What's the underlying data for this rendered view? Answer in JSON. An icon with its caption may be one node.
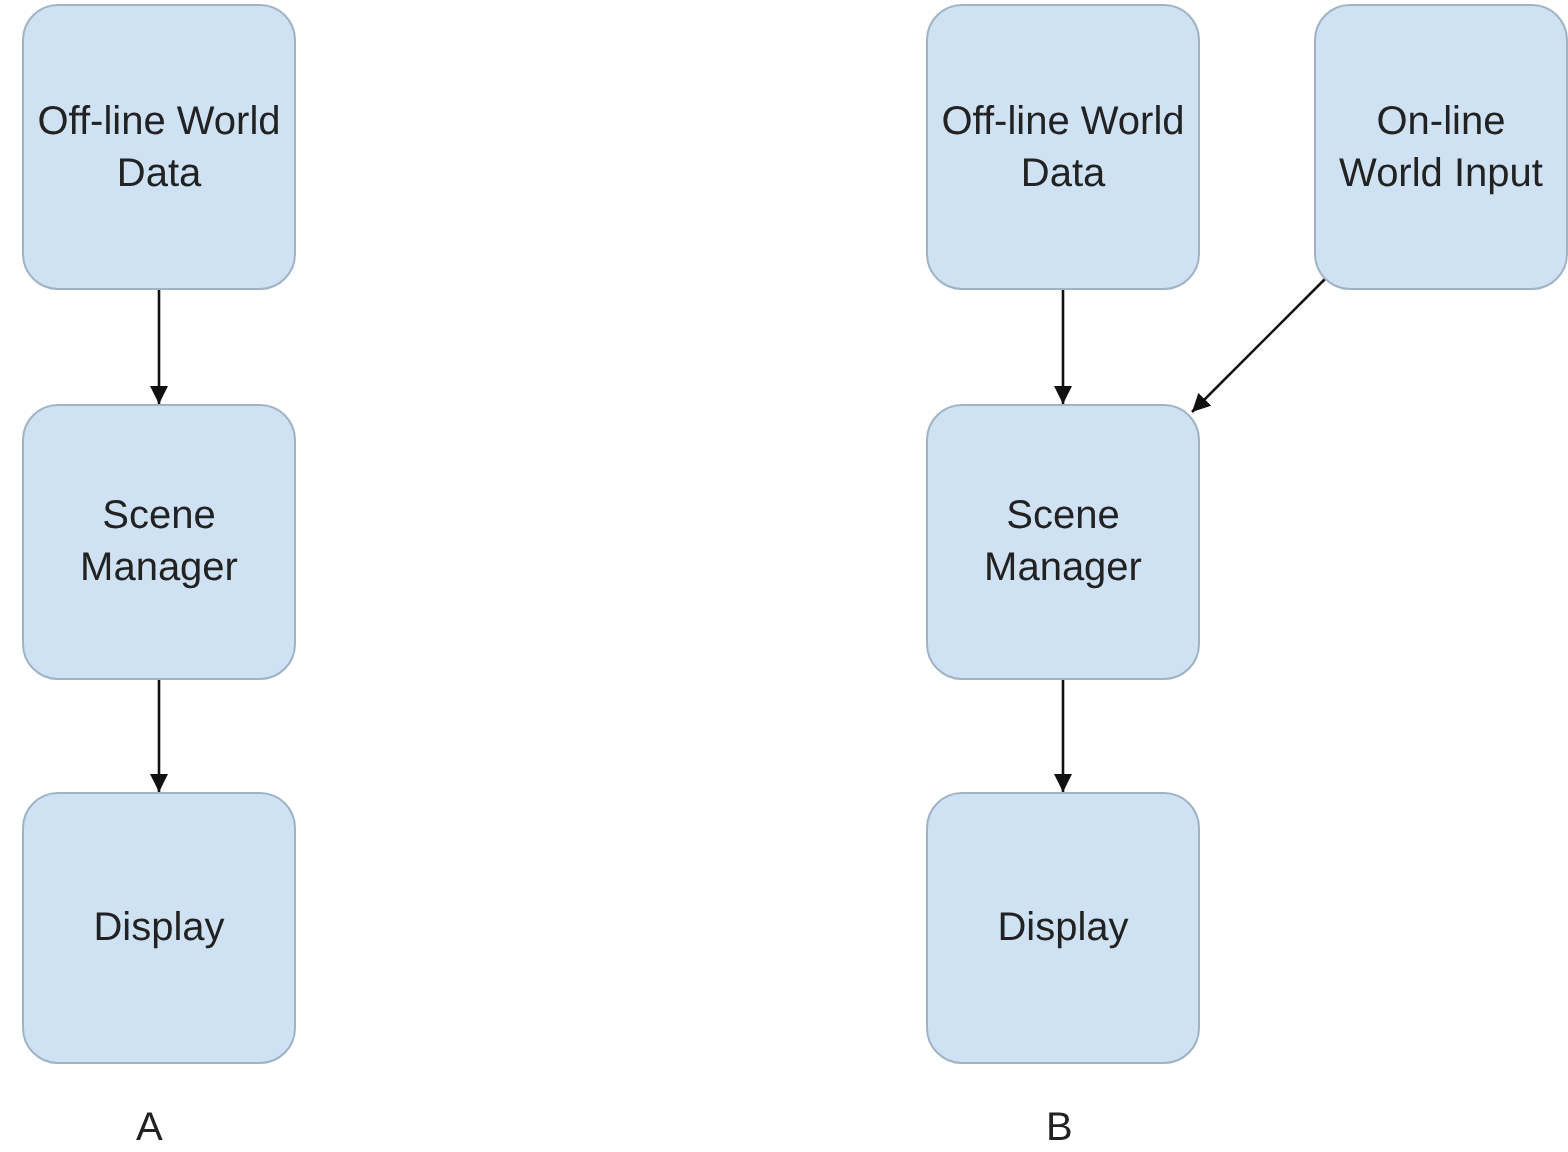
{
  "diagram": {
    "nodes": [
      {
        "text": [
          "Off-line World Data"
        ]
      },
      {
        "text": [
          "Scene Manager"
        ]
      },
      {
        "text": [
          "Display"
        ]
      },
      {
        "text": [
          "Off-line World Data"
        ]
      },
      {
        "text": [
          "On-line World Input"
        ]
      },
      {
        "text": [
          "Scene Manager"
        ]
      },
      {
        "text": [
          "Display"
        ]
      }
    ],
    "edges": [
      {
        "from": 0,
        "to": 1,
        "arrow": "to"
      },
      {
        "from": 1,
        "to": 2,
        "arrow": "to"
      },
      {
        "from": 3,
        "to": 5,
        "arrow": "to"
      },
      {
        "from": 4,
        "to": 5,
        "arrow": "to"
      },
      {
        "from": 5,
        "to": 6,
        "arrow": "to"
      }
    ],
    "labels": [
      "A",
      "B"
    ]
  }
}
